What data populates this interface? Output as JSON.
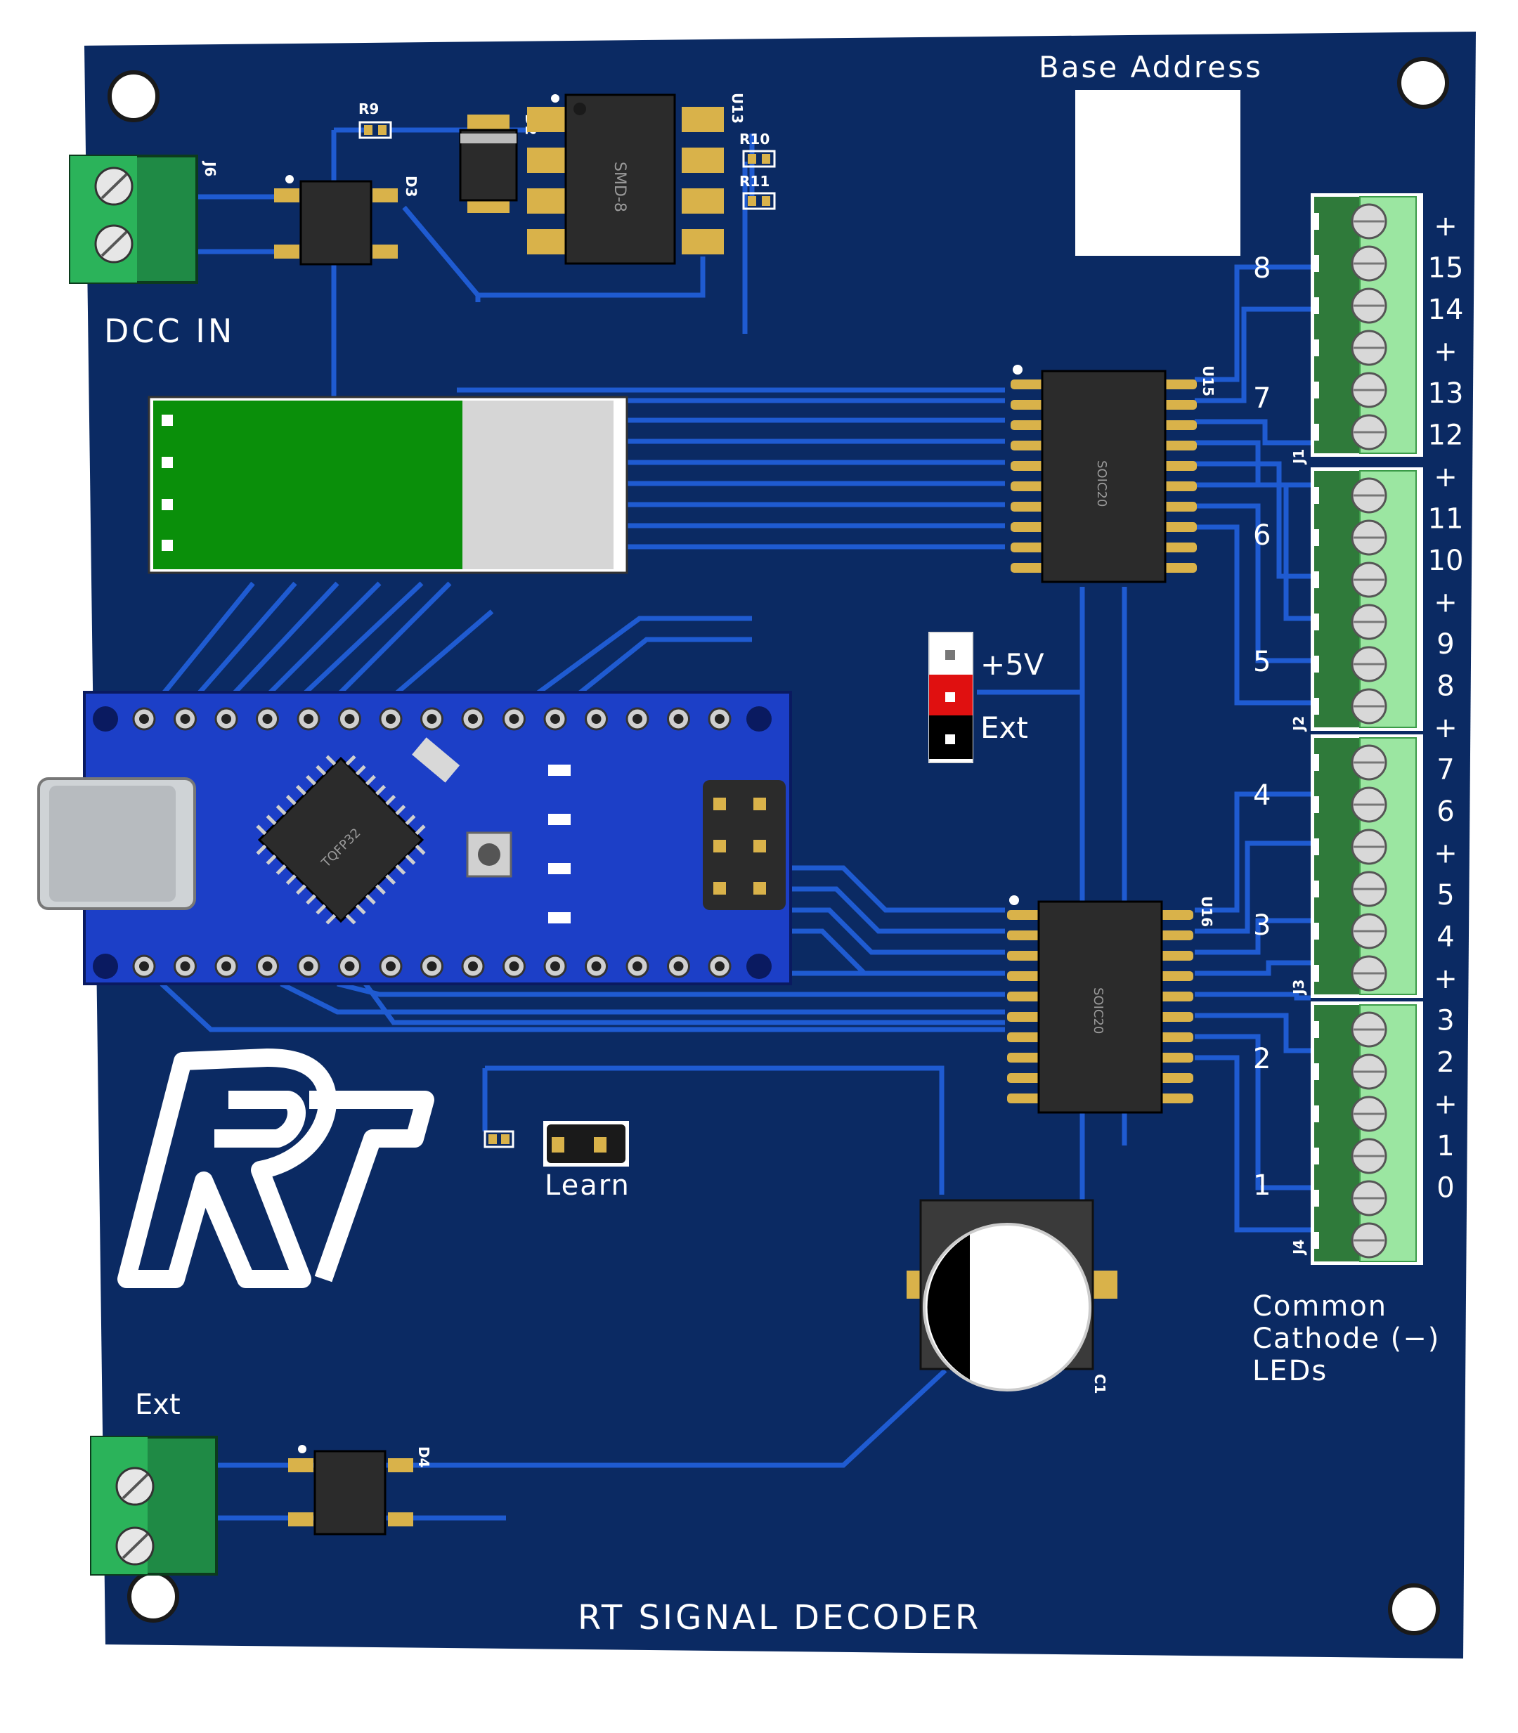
{
  "board": {
    "title": "RT SIGNAL DECODER",
    "base_address_label": "Base Address",
    "dcc_in_label": "DCC IN",
    "ext_input_label": "Ext",
    "learn_label": "Learn",
    "power_select": {
      "plus5v_label": "+5V",
      "ext_label": "Ext"
    },
    "leds_note": [
      "Common",
      "Cathode (−)",
      "LEDs"
    ],
    "logo_text": "RT",
    "colors": {
      "board": "#0b2a63",
      "trace": "#1f5bd1",
      "silk": "#ffffff",
      "terminal": "#7fe08a",
      "terminal_dark": "#1f8a45"
    }
  },
  "designators": {
    "j6": "J6",
    "r9": "R9",
    "d2": "D2",
    "u13": "U13",
    "r10": "R10",
    "r11": "R11",
    "d3": "D3",
    "u15": "U15",
    "u16": "U16",
    "j1": "J1",
    "j2": "J2",
    "j3": "J3",
    "j4": "J4",
    "c1": "C1",
    "d4": "D4"
  },
  "packages": {
    "smd8": "SMD-8",
    "soic20": "SOIC20",
    "tqfp32": "TQFP32"
  },
  "group_numbers": [
    "8",
    "7",
    "6",
    "5",
    "4",
    "3",
    "2",
    "1"
  ],
  "terminal_labels": [
    "+",
    "15",
    "14",
    "+",
    "13",
    "12",
    "+",
    "11",
    "10",
    "+",
    "9",
    "8",
    "+",
    "7",
    "6",
    "+",
    "5",
    "4",
    "+",
    "3",
    "2",
    "+",
    "1",
    "0"
  ]
}
